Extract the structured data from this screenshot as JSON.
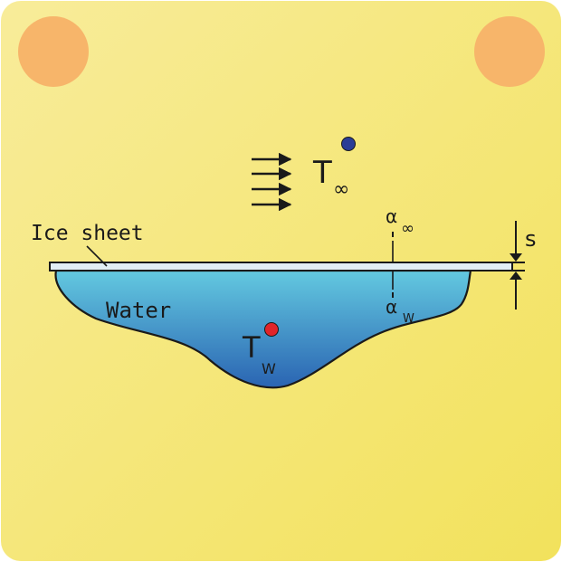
{
  "colors": {
    "card_top": "#f8ec9a",
    "card_bottom": "#f2e25c",
    "corner_dot": "#f7b56a",
    "water_top": "#63c9e0",
    "water_bottom": "#2a64b2",
    "ice_fill": "#e2eef5",
    "dot_air": "#2a3d96",
    "dot_water": "#e0242a",
    "ink": "#1a1a1a"
  },
  "labels": {
    "ice_sheet": "Ice sheet",
    "water": "Water",
    "t_air_main": "T",
    "t_air_sub": "∞",
    "t_water_main": "T",
    "t_water_sub": "W",
    "alpha_air_main": "α",
    "alpha_air_sub": "∞",
    "alpha_water_main": "α",
    "alpha_water_sub": "W",
    "thickness": "s"
  },
  "icons": {
    "wind": "wind-arrows-icon",
    "corner": "corner-dot-icon"
  }
}
